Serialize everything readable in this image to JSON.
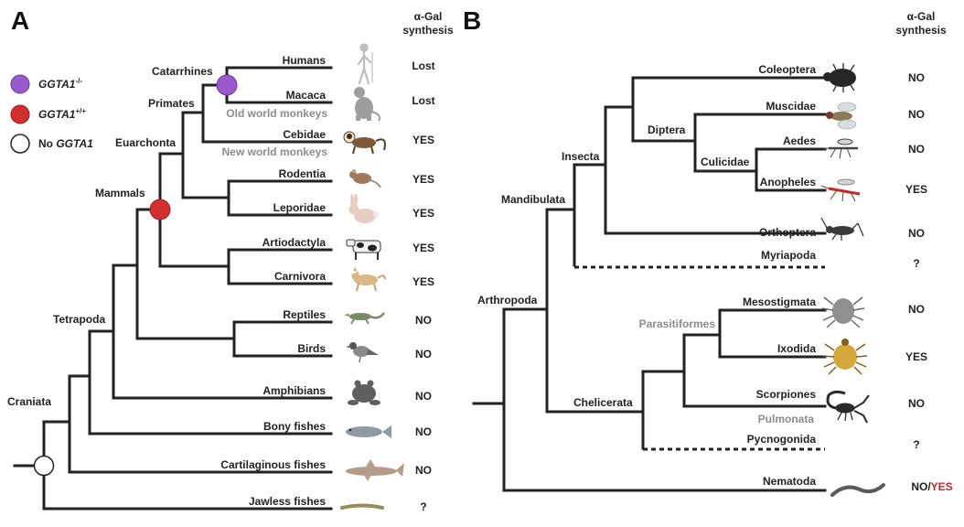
{
  "panels": {
    "a": {
      "label": "A",
      "header": [
        "α-Gal",
        "synthesis"
      ],
      "legend": [
        {
          "symbol": "GGTA1",
          "sup": "-/-",
          "color": "#9b59d0"
        },
        {
          "symbol": "GGTA1",
          "sup": "+/+",
          "color": "#d32f2f"
        },
        {
          "prefix": "No ",
          "symbol": "GGTA1",
          "color": "#ffffff"
        }
      ],
      "leaves": [
        {
          "name": "Humans",
          "status": "Lost",
          "status_color": "#222222",
          "icon": "human-icon"
        },
        {
          "name": "Macaca",
          "status": "Lost",
          "status_color": "#222222",
          "icon": "macaque-icon"
        },
        {
          "name": "Cebidae",
          "status": "YES",
          "status_color": "#c62828",
          "icon": "capuchin-icon"
        },
        {
          "name": "Rodentia",
          "status": "YES",
          "status_color": "#c62828",
          "icon": "mouse-icon"
        },
        {
          "name": "Leporidae",
          "status": "YES",
          "status_color": "#c62828",
          "icon": "rabbit-icon"
        },
        {
          "name": "Artiodactyla",
          "status": "YES",
          "status_color": "#c62828",
          "icon": "cow-icon"
        },
        {
          "name": "Carnivora",
          "status": "YES",
          "status_color": "#c62828",
          "icon": "dog-icon"
        },
        {
          "name": "Reptiles",
          "status": "NO",
          "status_color": "#222222",
          "icon": "lizard-icon"
        },
        {
          "name": "Birds",
          "status": "NO",
          "status_color": "#222222",
          "icon": "bird-icon"
        },
        {
          "name": "Amphibians",
          "status": "NO",
          "status_color": "#222222",
          "icon": "frog-icon"
        },
        {
          "name": "Bony fishes",
          "status": "NO",
          "status_color": "#222222",
          "icon": "fish-icon"
        },
        {
          "name": "Cartilaginous fishes",
          "status": "NO",
          "status_color": "#222222",
          "icon": "shark-icon"
        },
        {
          "name": "Jawless fishes",
          "status": "?",
          "status_color": "#222222",
          "icon": "lamprey-icon"
        }
      ],
      "internal": {
        "catarrhines": "Catarrhines",
        "primates": "Primates",
        "euarchonta": "Euarchonta",
        "mammals": "Mammals",
        "tetrapoda": "Tetrapoda",
        "craniata": "Craniata",
        "old_world": "Old world monkeys",
        "new_world": "New world monkeys"
      }
    },
    "b": {
      "label": "B",
      "header": [
        "α-Gal",
        "synthesis"
      ],
      "leaves": [
        {
          "name": "Coleoptera",
          "status": "NO",
          "status_color": "#222222",
          "icon": "beetle-icon"
        },
        {
          "name": "Muscidae",
          "status": "NO",
          "status_color": "#222222",
          "icon": "fly-icon"
        },
        {
          "name": "Aedes",
          "status": "NO",
          "status_color": "#222222",
          "icon": "mosquito-icon"
        },
        {
          "name": "Anopheles",
          "status": "YES",
          "status_color": "#c62828",
          "icon": "anopheles-icon"
        },
        {
          "name": "Orthoptera",
          "status": "NO",
          "status_color": "#222222",
          "icon": "cricket-icon"
        },
        {
          "name": "Myriapoda",
          "status": "?",
          "status_color": "#222222",
          "icon": ""
        },
        {
          "name": "Mesostigmata",
          "status": "NO",
          "status_color": "#222222",
          "icon": "mite-icon"
        },
        {
          "name": "Ixodida",
          "status": "YES",
          "status_color": "#c62828",
          "icon": "tick-icon"
        },
        {
          "name": "Scorpiones",
          "status": "NO",
          "status_color": "#222222",
          "icon": "scorpion-icon"
        },
        {
          "name": "Pycnogonida",
          "status": "?",
          "status_color": "#222222",
          "icon": ""
        },
        {
          "name": "Nematoda",
          "status": "NO",
          "status_sep": "/",
          "status_extra": "YES",
          "status_color": "#222222",
          "status_extra_color": "#c62828",
          "icon": "nematode-icon"
        }
      ],
      "internal": {
        "diptera": "Diptera",
        "culicidae": "Culicidae",
        "insecta": "Insecta",
        "mandibulata": "Mandibulata",
        "arthropoda": "Arthropoda",
        "chelicerata": "Chelicerata",
        "parasitiformes": "Parasitiformes",
        "pulmonata": "Pulmonata"
      }
    }
  }
}
